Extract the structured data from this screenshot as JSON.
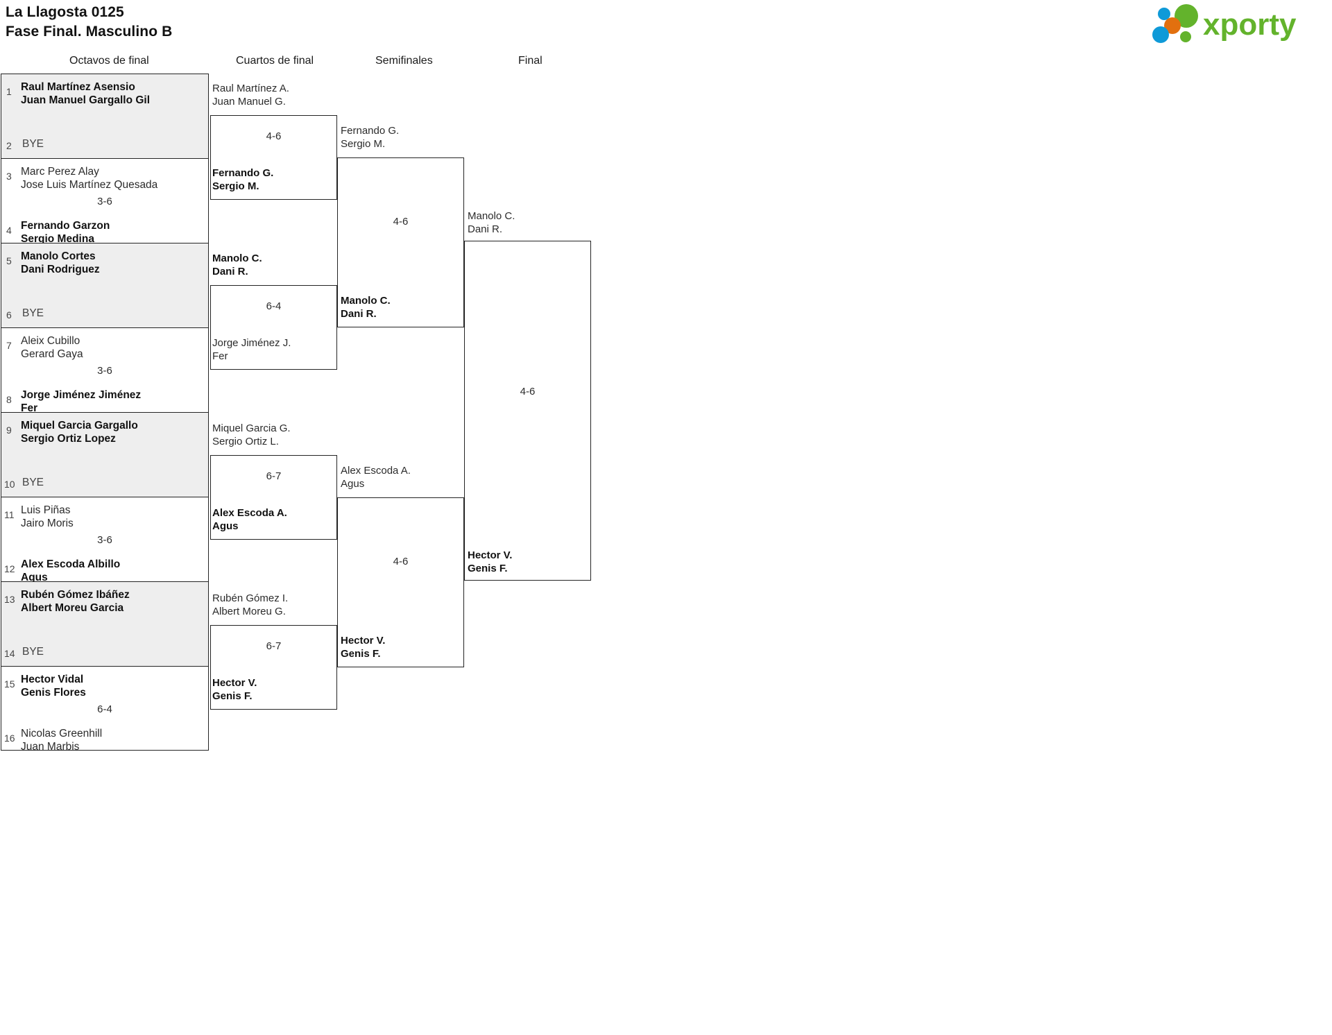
{
  "header": {
    "title_line1": "La Llagosta 0125",
    "title_line2": "Fase Final. Masculino B",
    "logo_text": "xporty",
    "logo_colors": {
      "green": "#63b32c",
      "blue": "#0f9ad8",
      "orange": "#e2700f"
    }
  },
  "rounds": [
    {
      "label": "Octavos de final"
    },
    {
      "label": "Cuartos de final"
    },
    {
      "label": "Semifinales"
    },
    {
      "label": "Final"
    }
  ],
  "colors": {
    "bye_background": "#eeeeee",
    "border": "#232323",
    "text": "#2b2b2b"
  },
  "round1": {
    "matches": [
      {
        "bye": true,
        "score": "",
        "top": {
          "seed": "1",
          "p1": "Raul Martínez Asensio",
          "p2": "Juan Manuel Gargallo Gil",
          "winner": true
        },
        "bottom": {
          "seed": "2",
          "p1": "BYE",
          "p2": "",
          "winner": false
        }
      },
      {
        "bye": false,
        "score": "3-6",
        "top": {
          "seed": "3",
          "p1": "Marc Perez Alay",
          "p2": "Jose Luis Martínez Quesada",
          "winner": false
        },
        "bottom": {
          "seed": "4",
          "p1": "Fernando Garzon",
          "p2": "Sergio Medina",
          "winner": true
        }
      },
      {
        "bye": true,
        "score": "",
        "top": {
          "seed": "5",
          "p1": "Manolo Cortes",
          "p2": "Dani Rodriguez",
          "winner": true
        },
        "bottom": {
          "seed": "6",
          "p1": "BYE",
          "p2": "",
          "winner": false
        }
      },
      {
        "bye": false,
        "score": "3-6",
        "top": {
          "seed": "7",
          "p1": "Aleix Cubillo",
          "p2": "Gerard Gaya",
          "winner": false
        },
        "bottom": {
          "seed": "8",
          "p1": "Jorge Jiménez Jiménez",
          "p2": "Fer",
          "winner": true
        }
      },
      {
        "bye": true,
        "score": "",
        "top": {
          "seed": "9",
          "p1": "Miquel Garcia Gargallo",
          "p2": "Sergio Ortiz Lopez",
          "winner": true
        },
        "bottom": {
          "seed": "10",
          "p1": "BYE",
          "p2": "",
          "winner": false
        }
      },
      {
        "bye": false,
        "score": "3-6",
        "top": {
          "seed": "11",
          "p1": "Luis Piñas",
          "p2": "Jairo Moris",
          "winner": false
        },
        "bottom": {
          "seed": "12",
          "p1": "Alex Escoda Albillo",
          "p2": "Agus",
          "winner": true
        }
      },
      {
        "bye": true,
        "score": "",
        "top": {
          "seed": "13",
          "p1": "Rubén Gómez Ibáñez",
          "p2": "Albert Moreu Garcia",
          "winner": true
        },
        "bottom": {
          "seed": "14",
          "p1": "BYE",
          "p2": "",
          "winner": false
        }
      },
      {
        "bye": false,
        "score": "6-4",
        "top": {
          "seed": "15",
          "p1": "Hector Vidal",
          "p2": "Genis Flores",
          "winner": true
        },
        "bottom": {
          "seed": "16",
          "p1": "Nicolas Greenhill",
          "p2": "Juan Marbis",
          "winner": false
        }
      }
    ]
  },
  "round2": {
    "matches": [
      {
        "score": "4-6",
        "top": {
          "p1": "Raul Martínez A.",
          "p2": "Juan Manuel G.",
          "winner": false
        },
        "bottom": {
          "p1": "Fernando G.",
          "p2": "Sergio M.",
          "winner": true
        }
      },
      {
        "score": "6-4",
        "top": {
          "p1": "Manolo C.",
          "p2": "Dani R.",
          "winner": true
        },
        "bottom": {
          "p1": "Jorge Jiménez J.",
          "p2": "Fer",
          "winner": false
        }
      },
      {
        "score": "6-7",
        "top": {
          "p1": "Miquel Garcia G.",
          "p2": "Sergio Ortiz L.",
          "winner": false
        },
        "bottom": {
          "p1": "Alex Escoda A.",
          "p2": "Agus",
          "winner": true
        }
      },
      {
        "score": "6-7",
        "top": {
          "p1": "Rubén Gómez I.",
          "p2": "Albert Moreu G.",
          "winner": false
        },
        "bottom": {
          "p1": "Hector V.",
          "p2": "Genis F.",
          "winner": true
        }
      }
    ]
  },
  "round3": {
    "matches": [
      {
        "score": "4-6",
        "top": {
          "p1": "Fernando G.",
          "p2": "Sergio M.",
          "winner": false
        },
        "bottom": {
          "p1": "Manolo C.",
          "p2": "Dani R.",
          "winner": true
        }
      },
      {
        "score": "4-6",
        "top": {
          "p1": "Alex Escoda A.",
          "p2": "Agus",
          "winner": false
        },
        "bottom": {
          "p1": "Hector V.",
          "p2": "Genis F.",
          "winner": true
        }
      }
    ]
  },
  "round4": {
    "matches": [
      {
        "score": "4-6",
        "top": {
          "p1": "Manolo C.",
          "p2": "Dani R.",
          "winner": false
        },
        "bottom": {
          "p1": "Hector V.",
          "p2": "Genis F.",
          "winner": true
        }
      }
    ]
  }
}
